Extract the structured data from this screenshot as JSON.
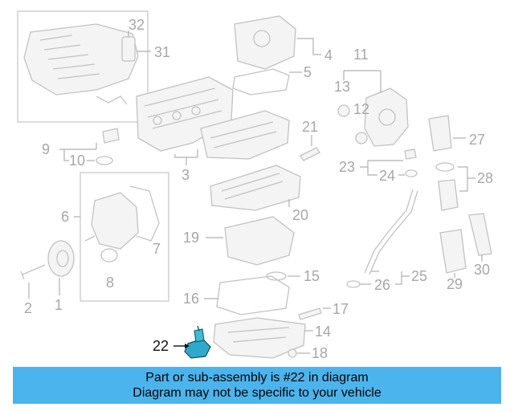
{
  "diagram": {
    "callouts": {
      "c1": "1",
      "c2": "2",
      "c3": "3",
      "c4": "4",
      "c5": "5",
      "c6": "6",
      "c7": "7",
      "c8": "8",
      "c9": "9",
      "c10": "10",
      "c11": "11",
      "c12": "12",
      "c13": "13",
      "c14": "14",
      "c15": "15",
      "c16": "16",
      "c17": "17",
      "c18": "18",
      "c19": "19",
      "c20": "20",
      "c21": "21",
      "c22": "22",
      "c23": "23",
      "c24": "24",
      "c25": "25",
      "c26": "26",
      "c27": "27",
      "c28": "28",
      "c29": "29",
      "c30": "30",
      "c31": "31",
      "c32": "32"
    },
    "highlight_color": "#2fa9c9",
    "line_color": "#c2c2c2"
  },
  "banner": {
    "line1": "Part or sub-assembly is #22 in diagram",
    "line2": "Diagram may not be specific to your vehicle",
    "color": "#4bb4ec"
  }
}
